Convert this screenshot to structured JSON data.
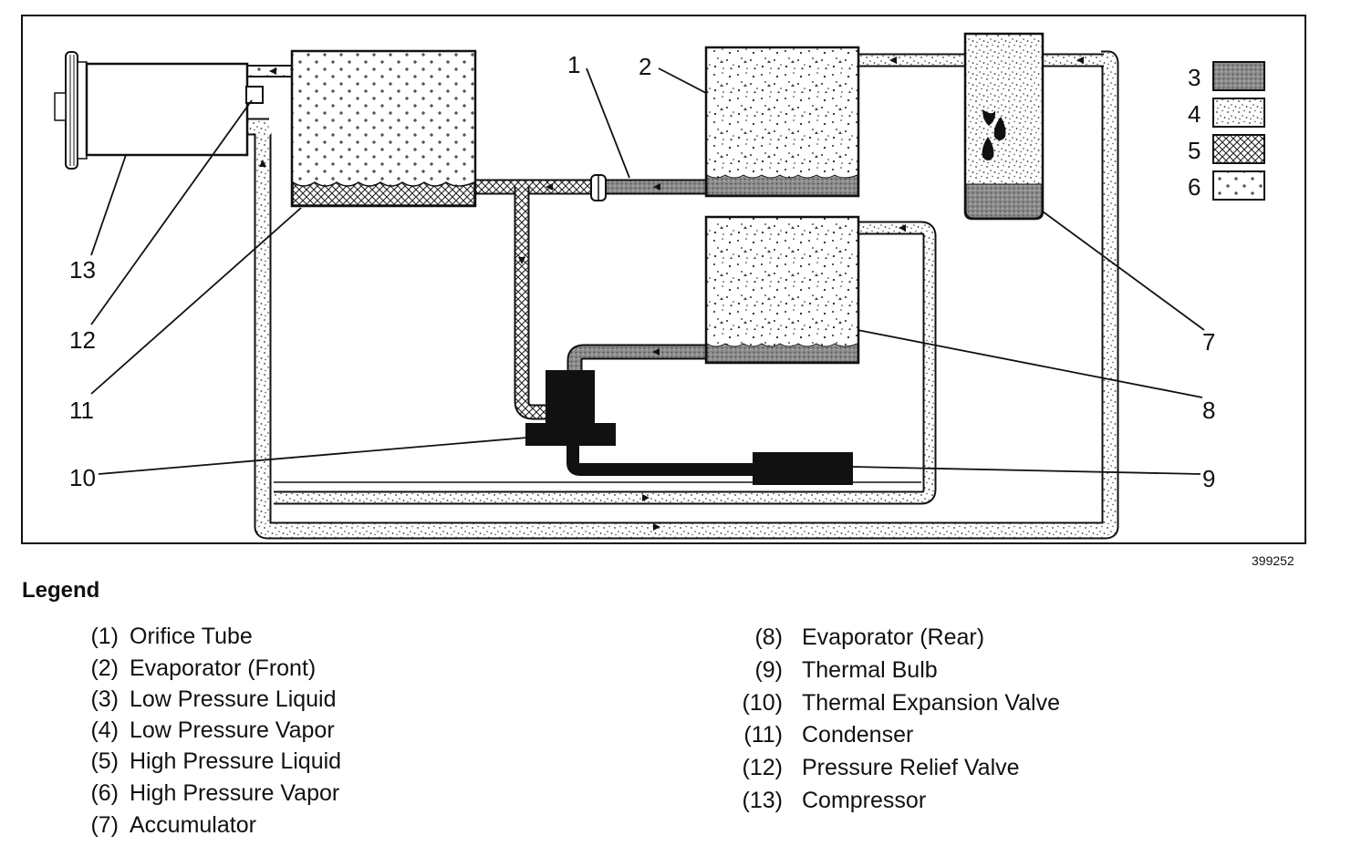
{
  "figure_id": "399252",
  "callouts": {
    "c1": "1",
    "c2": "2",
    "c3": "3",
    "c4": "4",
    "c5": "5",
    "c6": "6",
    "c7": "7",
    "c8": "8",
    "c9": "9",
    "c10": "10",
    "c11": "11",
    "c12": "12",
    "c13": "13"
  },
  "legend": {
    "title": "Legend",
    "left_items": [
      {
        "num": "(1)",
        "label": "Orifice Tube"
      },
      {
        "num": "(2)",
        "label": "Evaporator (Front)"
      },
      {
        "num": "(3)",
        "label": "Low Pressure Liquid"
      },
      {
        "num": "(4)",
        "label": "Low Pressure Vapor"
      },
      {
        "num": "(5)",
        "label": "High Pressure Liquid"
      },
      {
        "num": "(6)",
        "label": "High Pressure Vapor"
      },
      {
        "num": "(7)",
        "label": "Accumulator"
      }
    ],
    "right_items": [
      {
        "num": "(8)",
        "label": "Evaporator (Rear)"
      },
      {
        "num": "(9)",
        "label": "Thermal Bulb"
      },
      {
        "num": "(10)",
        "label": "Thermal Expansion Valve"
      },
      {
        "num": "(11)",
        "label": "Condenser"
      },
      {
        "num": "(12)",
        "label": "Pressure Relief Valve"
      },
      {
        "num": "(13)",
        "label": "Compressor"
      }
    ]
  }
}
